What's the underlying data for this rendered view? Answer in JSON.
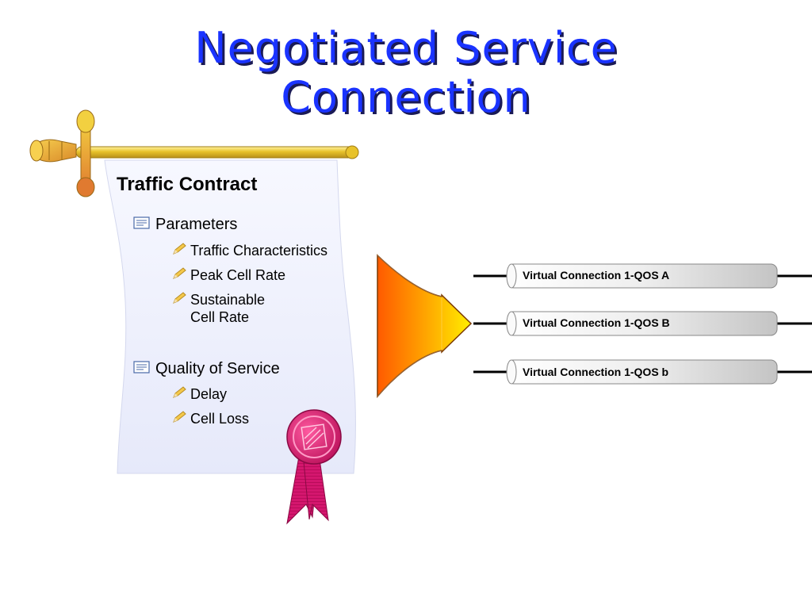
{
  "title_line1": "Negotiated Service",
  "title_line2": "Connection",
  "scroll": {
    "heading": "Traffic Contract",
    "groups": [
      {
        "label": "Parameters",
        "items": [
          "Traffic Characteristics",
          "Peak Cell Rate",
          "Sustainable",
          "Cell Rate"
        ]
      },
      {
        "label": "Quality of Service",
        "items": [
          "Delay",
          "Cell Loss"
        ]
      }
    ]
  },
  "connections": [
    "Virtual Connection 1-QOS A",
    "Virtual Connection 1-QOS B",
    "Virtual Connection 1-QOS b"
  ],
  "colors": {
    "title": "#1a33ff",
    "title_shadow": "#1a1a55",
    "rod_gold": "#e8c22a",
    "rod_orange": "#e09a30",
    "seal": "#d4166e",
    "funnel_orange": "#ff7a00",
    "funnel_yellow": "#ffe600",
    "scroll_paper": "#eef0fb"
  },
  "icons": [
    "bullet-icon",
    "pencil-icon",
    "seal-icon",
    "funnel-arrow-icon",
    "scroll-rod-icon"
  ]
}
